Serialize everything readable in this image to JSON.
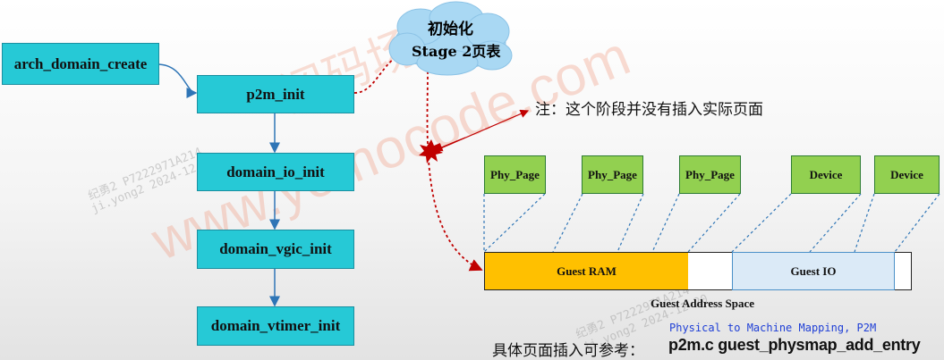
{
  "flow": {
    "arch_domain_create": "arch_domain_create",
    "p2m_init": "p2m_init",
    "domain_io_init": "domain_io_init",
    "domain_vgic_init": "domain_vgic_init",
    "domain_vtimer_init": "domain_vtimer_init"
  },
  "cloud": {
    "line1": "初始化",
    "line2": "Stage 2页表"
  },
  "note": "注：这个阶段并没有插入实际页面",
  "pages": [
    "Phy_Page",
    "Phy_Page",
    "Phy_Page",
    "Device",
    "Device"
  ],
  "address_space": {
    "guest_ram": "Guest RAM",
    "guest_io": "Guest IO",
    "caption": "Guest Address Space"
  },
  "p2m_caption": "Physical to Machine Mapping, P2M",
  "footer": {
    "prefix": "具体页面插入可参考：",
    "code": "p2m.c guest_physmap_add_entry"
  },
  "watermark": {
    "main": "www.yomocode.com",
    "cn": "阅码场",
    "stamp1": "纪勇2 P7222971A214",
    "stamp2": "ji.yong2 2024-12-20"
  },
  "colors": {
    "flow_box": "#26c9d6",
    "page_box": "#92d050",
    "guest_ram": "#ffc000",
    "guest_io": "#dbeaf7",
    "cloud": "#a9d8f3",
    "red_dotted": "#c00000",
    "blue_dotted": "#2e75b6"
  }
}
